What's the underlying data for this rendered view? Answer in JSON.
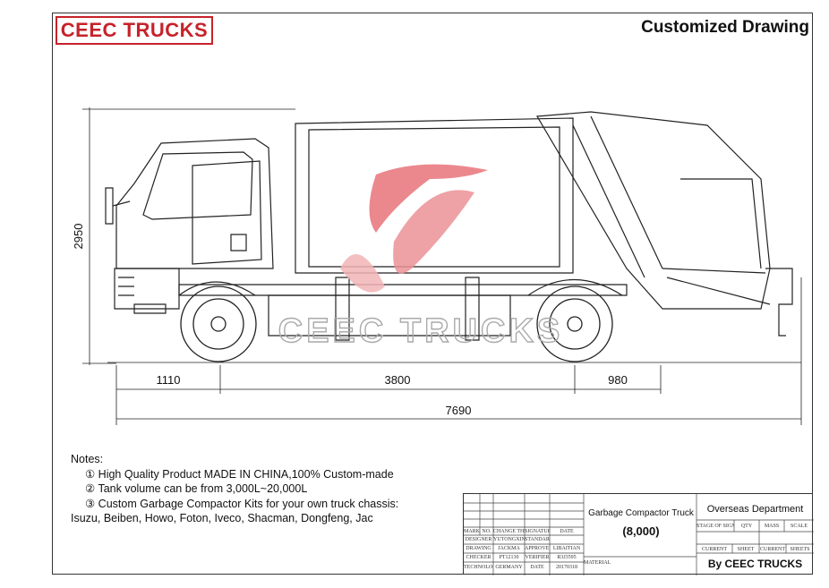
{
  "header": {
    "brand": "CEEC TRUCKS",
    "title": "Customized Drawing",
    "brand_color": "#c7222a"
  },
  "dimensions": {
    "height": "2950",
    "front_overhang": "1110",
    "wheelbase": "3800",
    "rear_overhang": "980",
    "total_length": "7690"
  },
  "watermark": {
    "text": "CEEC TRUCKS",
    "color": "#e8747a"
  },
  "notes": {
    "heading": "Notes:",
    "items": [
      "① High Quality Product MADE IN CHINA,100% Custom-made",
      "② Tank volume can be from 3,000L~20,000L",
      "③ Custom Garbage Compactor Kits for your own truck chassis:"
    ],
    "chassis_list": "Isuzu, Beiben, Howo, Foton, Iveco, Shacman, Dongfeng, Jac"
  },
  "title_block": {
    "product_name": "Garbage Compactor Truck",
    "model": "(8,000)",
    "department": "Overseas Department",
    "by_line": "By CEEC TRUCKS",
    "material_label": "MATERIAL",
    "header_row": [
      "MARK",
      "NO.",
      "CHANGE THE FILE NO.",
      "SIGNATURE",
      "DATE"
    ],
    "row_designer": [
      "DESIGNER",
      "YUTONGXIN",
      "STANDARDIZATION",
      ""
    ],
    "row_drawing": [
      "DRAWING",
      "JACKMA",
      "APPROVER",
      "LIBAITIAN"
    ],
    "row_checker": [
      "CHECKER",
      "PT12130",
      "VERIFIER",
      "R3J3595"
    ],
    "row_tech": [
      "TECHNOLOGIST",
      "GERMANY",
      "DATE",
      "20170318"
    ],
    "stage_row": [
      "STAGE OF SIGN",
      "QTY",
      "MASS",
      "SCALE"
    ],
    "sheet_row": [
      "CURRENT",
      "SHEET",
      "CURRENT",
      "SHEETS"
    ]
  }
}
